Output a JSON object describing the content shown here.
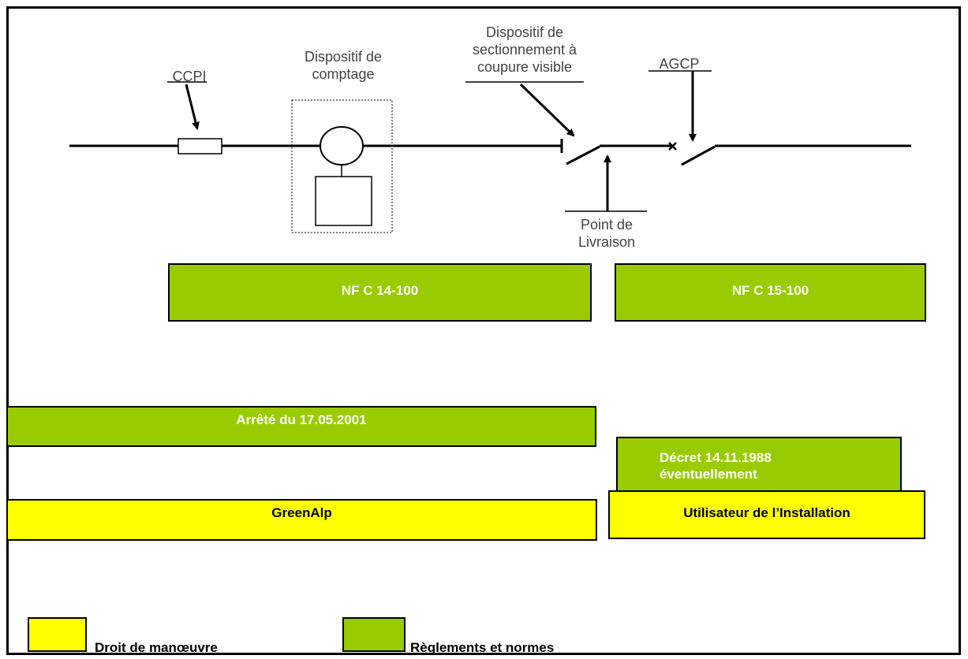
{
  "labels": {
    "ccpi": "CCPI",
    "counting_device": "Dispositif de\ncomptage",
    "disconnect_device": "Dispositif de\nsectionnement à\ncoupure visible",
    "agcp": "AGCP",
    "delivery_point": "Point de\nLivraison"
  },
  "standards": {
    "nfc14100": "NF C 14-100",
    "nfc15100": "NF C 15-100",
    "arrete": "Arrêté du 17.05.2001",
    "decret": "Décret 14.11.1988\néventuellement"
  },
  "operation_rights": {
    "operator": "GreenAlp",
    "user": "Utilisateur de l’Installation"
  },
  "legend": {
    "yellow_label": "Droit de manœuvre",
    "green_label": "Règlements et normes"
  },
  "colors": {
    "green": "#99cc00",
    "yellow": "#ffff00"
  }
}
